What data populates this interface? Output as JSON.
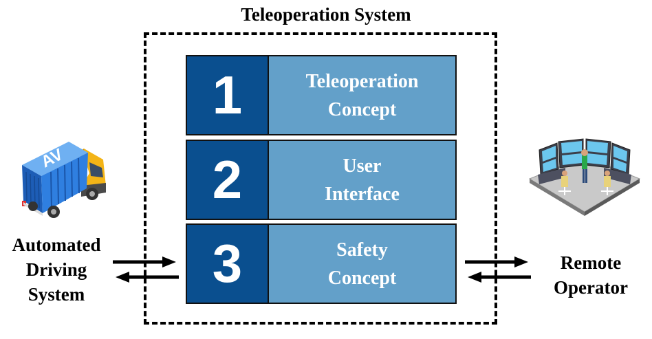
{
  "title": "Teleoperation System",
  "components": [
    {
      "number": "1",
      "line1": "Teleoperation",
      "line2": "Concept"
    },
    {
      "number": "2",
      "line1": "User",
      "line2": "Interface"
    },
    {
      "number": "3",
      "line1": "Safety",
      "line2": "Concept"
    }
  ],
  "left": {
    "line1": "Automated",
    "line2": "Driving",
    "line3": "System",
    "truck_text": "AV"
  },
  "right": {
    "line1": "Remote",
    "line2": "Operator"
  },
  "colors": {
    "number_block": "#0a4f8f",
    "label_block": "#63a0c9",
    "truck_box": "#2f7fe0",
    "truck_cab": "#f3b417"
  },
  "icons": [
    "truck-icon",
    "control-room-icon",
    "bidirectional-arrows-icon"
  ]
}
